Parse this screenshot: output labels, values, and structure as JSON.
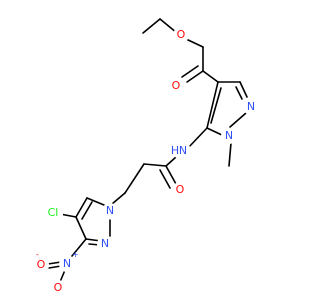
{
  "molecule": {
    "colors": {
      "bond": "#000000",
      "O": "#ff0d0d",
      "N": "#3050f8",
      "Cl": "#1ff01f",
      "C": "#000000"
    },
    "atoms": {
      "o_ester": {
        "label": "O",
        "element": "O"
      },
      "o_carbonyl_ester": {
        "label": "O",
        "element": "O"
      },
      "n_ring1_top": {
        "label": "N",
        "element": "N"
      },
      "n_ring1_methyl": {
        "label": "N",
        "element": "N"
      },
      "n_amide": {
        "label": "H\nN",
        "element": "N",
        "h": "H",
        "n": "N"
      },
      "o_amide": {
        "label": "O",
        "element": "O"
      },
      "cl": {
        "label": "Cl",
        "element": "Cl"
      },
      "n_ring2_a": {
        "label": "N",
        "element": "N"
      },
      "n_ring2_b": {
        "label": "N",
        "element": "N"
      },
      "n_nitro": {
        "label": "N",
        "element": "N",
        "charge": "+"
      },
      "o_nitro_a": {
        "label": "O",
        "element": "O",
        "charge": "-"
      },
      "o_nitro_b": {
        "label": "O",
        "element": "O"
      }
    }
  }
}
